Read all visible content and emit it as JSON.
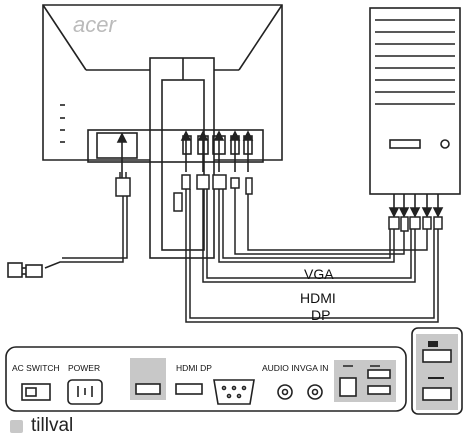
{
  "brand": "acer",
  "cables": {
    "vga": "VGA",
    "hdmi": "HDMI",
    "dp": "DP"
  },
  "panel": {
    "ac_switch": "AC SWITCH",
    "power": "POWER",
    "hdmi_dp": "HDMI DP",
    "audio_in": "AUDIO IN",
    "vga_in": "VGA IN"
  },
  "legend": {
    "label": "tillval",
    "swatch_color": "#c8c8c8"
  },
  "icons": [
    "monitor-icon",
    "pc-tower-icon",
    "power-plug-icon",
    "usb-port-icon",
    "audio-jack-icon",
    "vga-port-icon",
    "hdmi-port-icon"
  ]
}
